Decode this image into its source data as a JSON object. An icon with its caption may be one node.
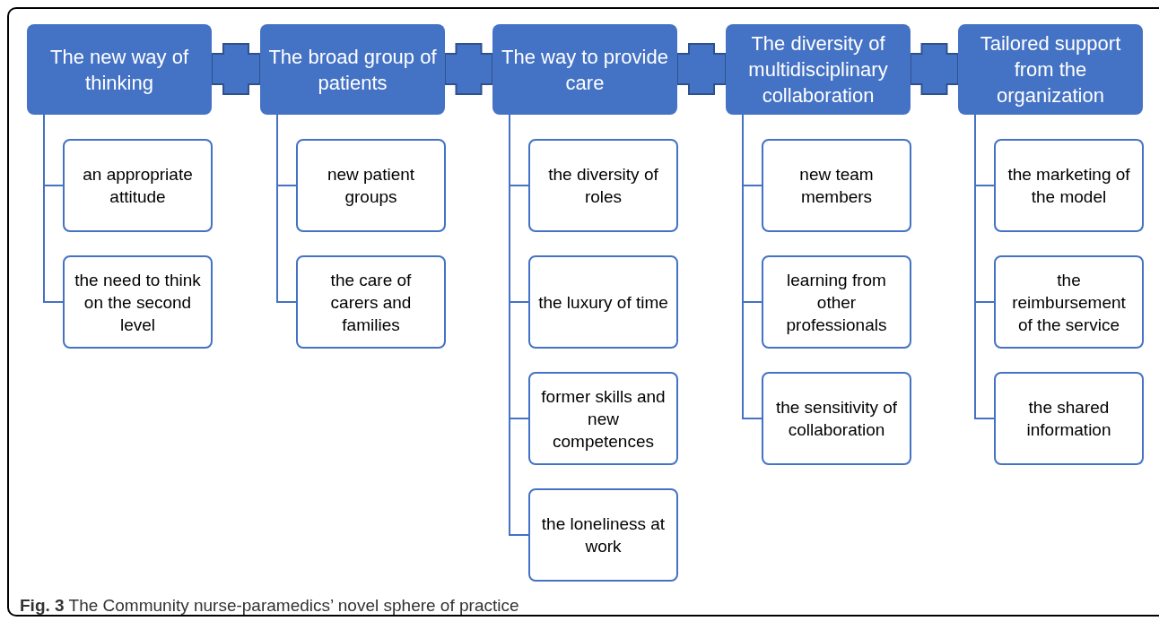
{
  "diagram": {
    "caption": "**Fig. 3** The Community nurse-paramedics’ novel sphere of practice",
    "nodes": [
      {
        "text": [
          "The new way of thinking"
        ]
      },
      {
        "text": [
          "an appropriate attitude"
        ]
      },
      {
        "text": [
          "the need to think on the second level"
        ]
      },
      {
        "text": [
          "The broad group of patients"
        ]
      },
      {
        "text": [
          "new patient groups"
        ]
      },
      {
        "text": [
          "the care of carers and families"
        ]
      },
      {
        "text": [
          "The way to provide care"
        ]
      },
      {
        "text": [
          "the diversity of roles"
        ]
      },
      {
        "text": [
          "the luxury of time"
        ]
      },
      {
        "text": [
          "former skills and new competences"
        ]
      },
      {
        "text": [
          "the loneliness at work"
        ]
      },
      {
        "text": [
          "The diversity of multidisciplinary collaboration"
        ]
      },
      {
        "text": [
          "new team members"
        ]
      },
      {
        "text": [
          "learning from other professionals"
        ]
      },
      {
        "text": [
          "the sensitivity of collaboration"
        ]
      },
      {
        "text": [
          "Tailored support from the organization"
        ]
      },
      {
        "text": [
          "the marketing of the model"
        ]
      },
      {
        "text": [
          "the reimbursement of the service"
        ]
      },
      {
        "text": [
          "the shared information"
        ]
      }
    ],
    "edges": [
      {
        "from": 0,
        "to": 3,
        "arrow": "none",
        "style": "thick"
      },
      {
        "from": 3,
        "to": 6,
        "arrow": "none",
        "style": "thick"
      },
      {
        "from": 6,
        "to": 11,
        "arrow": "none",
        "style": "thick"
      },
      {
        "from": 11,
        "to": 15,
        "arrow": "none",
        "style": "thick"
      },
      {
        "from": 0,
        "to": 1,
        "arrow": "none"
      },
      {
        "from": 0,
        "to": 2,
        "arrow": "none"
      },
      {
        "from": 3,
        "to": 4,
        "arrow": "none"
      },
      {
        "from": 3,
        "to": 5,
        "arrow": "none"
      },
      {
        "from": 6,
        "to": 7,
        "arrow": "none"
      },
      {
        "from": 6,
        "to": 8,
        "arrow": "none"
      },
      {
        "from": 6,
        "to": 9,
        "arrow": "none"
      },
      {
        "from": 6,
        "to": 10,
        "arrow": "none"
      },
      {
        "from": 11,
        "to": 12,
        "arrow": "none"
      },
      {
        "from": 11,
        "to": 13,
        "arrow": "none"
      },
      {
        "from": 11,
        "to": 14,
        "arrow": "none"
      },
      {
        "from": 15,
        "to": 16,
        "arrow": "none"
      },
      {
        "from": 15,
        "to": 17,
        "arrow": "none"
      },
      {
        "from": 15,
        "to": 18,
        "arrow": "none"
      }
    ]
  }
}
